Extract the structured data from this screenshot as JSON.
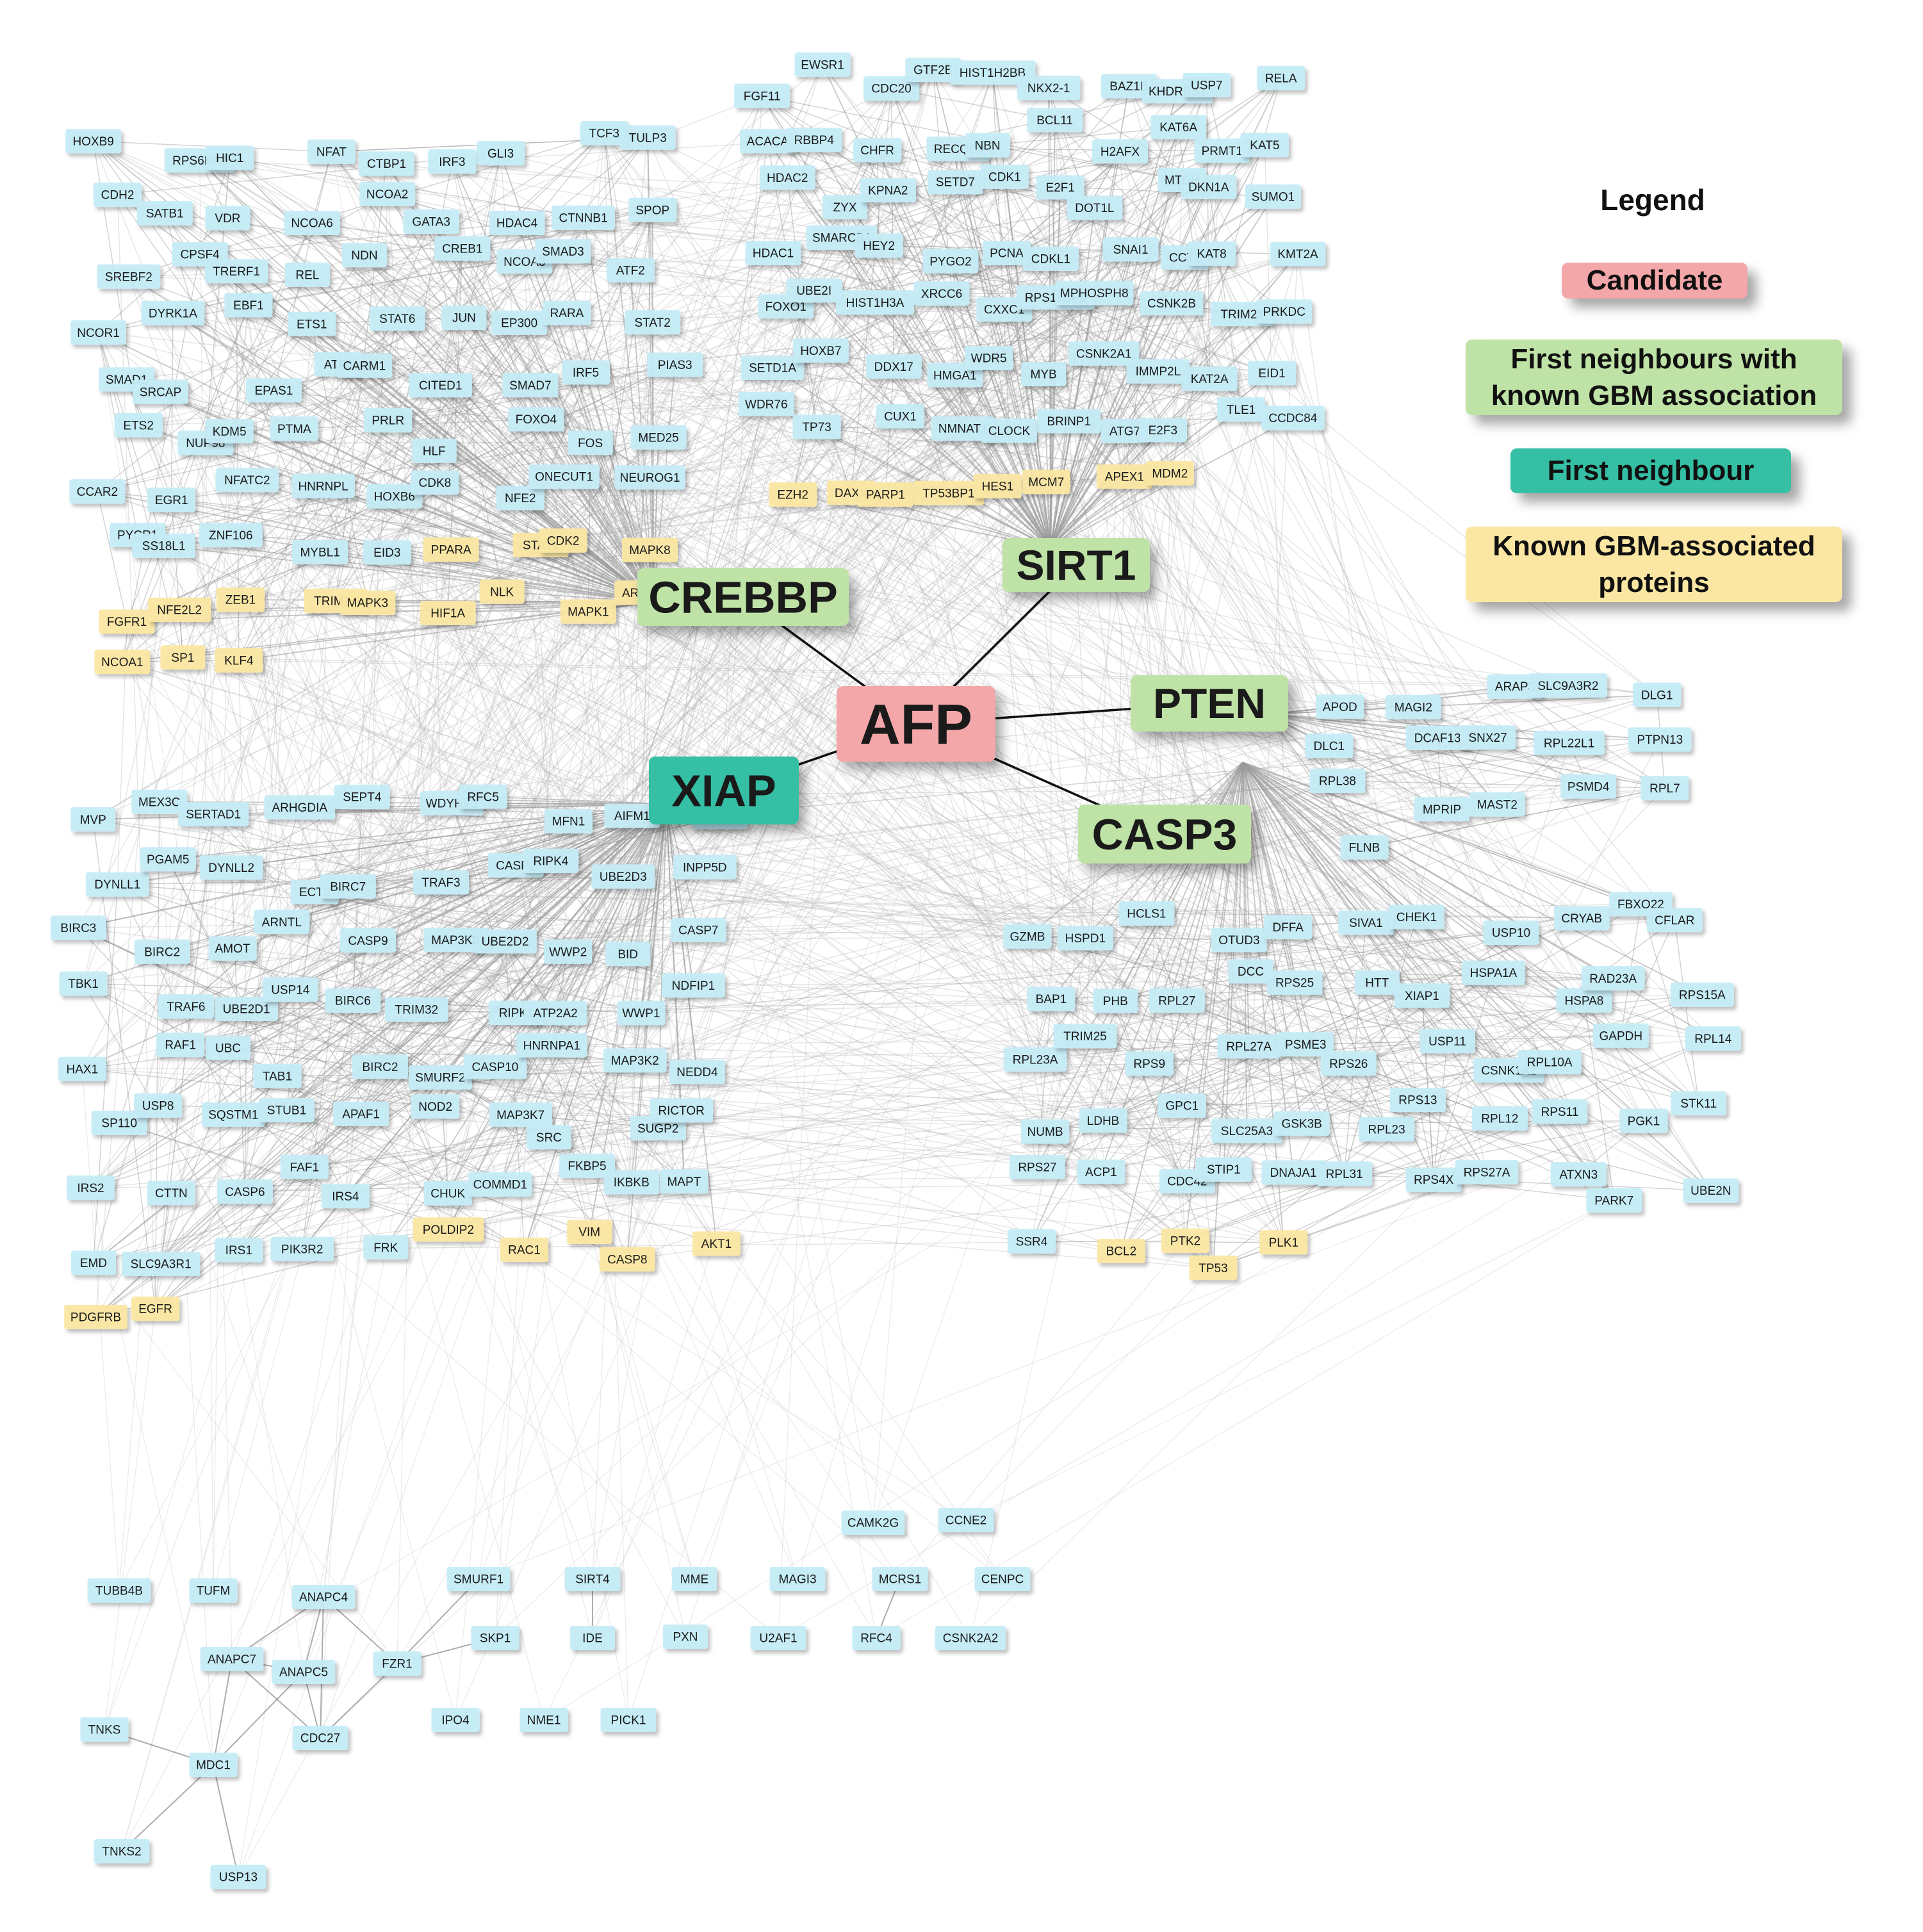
{
  "legend": {
    "title": "Legend",
    "candidate": "Candidate",
    "first_gbm": "First neighbours with known GBM association",
    "first": "First neighbour",
    "known": "Known GBM-associated proteins"
  },
  "colors": {
    "candidate": "#f4a7a9",
    "first_gbm": "#bfe3a6",
    "first": "#35bfa4",
    "known": "#fbe7a3",
    "protein": "#c5ecf7",
    "edge": "#9a9a9a",
    "hub_edge": "#111111"
  },
  "hubs": [
    {
      "id": "AFP",
      "type": "candidate"
    },
    {
      "id": "CREBBP",
      "type": "first_gbm"
    },
    {
      "id": "SIRT1",
      "type": "first_gbm"
    },
    {
      "id": "PTEN",
      "type": "first_gbm"
    },
    {
      "id": "CASP3",
      "type": "first_gbm"
    },
    {
      "id": "XIAP",
      "type": "first"
    }
  ],
  "hub_edges": [
    [
      "AFP",
      "CREBBP"
    ],
    [
      "AFP",
      "SIRT1"
    ],
    [
      "AFP",
      "PTEN"
    ],
    [
      "AFP",
      "CASP3"
    ],
    [
      "AFP",
      "XIAP"
    ]
  ],
  "clusters": {
    "CREBBP": {
      "known": [
        "PPARA",
        "STAT1",
        "CDK2",
        "MAPK8",
        "FGFR1",
        "NFE2L2",
        "ZEB1",
        "TRIM24",
        "MAPK3",
        "HIF1A",
        "NLK",
        "MAPK1",
        "ARNT",
        "NCOA1",
        "SP1",
        "KLF4"
      ],
      "proteins": [
        "HOXB9",
        "RPS6KA1",
        "HIC1",
        "NFAT",
        "CTBP1",
        "IRF3",
        "GLI3",
        "TCF3",
        "TULP3",
        "CDH2",
        "SATB1",
        "VDR",
        "NCOA6",
        "NCOA2",
        "GATA3",
        "HDAC4",
        "CTNNB1",
        "SPOP",
        "SREBF2",
        "CPSF4",
        "TRERF1",
        "REL",
        "NDN",
        "CREB1",
        "NCOA3",
        "SMAD3",
        "ATF2",
        "NCOR1",
        "DYRK1A",
        "EBF1",
        "ETS1",
        "STAT6",
        "JUN",
        "EP300",
        "RARA",
        "STAT2",
        "SMAD1",
        "SRCAP",
        "EPAS1",
        "ATF3",
        "CARM1",
        "CITED1",
        "SMAD7",
        "IRF5",
        "PIAS3",
        "ETS2",
        "NUP98",
        "KDM5",
        "PTMA",
        "PRLR",
        "HLF",
        "FOXO4",
        "FOS",
        "MED25",
        "CCAR2",
        "EGR1",
        "NFATC2",
        "HNRNPL",
        "HOXB6",
        "CDK8",
        "NFE2",
        "ONECUT1",
        "NEUROG1",
        "PYCR1",
        "SS18L1",
        "ZNF106",
        "MYBL1",
        "EID3"
      ]
    },
    "SIRT1": {
      "known": [
        "EZH2",
        "DAXX",
        "PARP1",
        "TP53BP1",
        "HES1",
        "MCM7",
        "APEX1",
        "MDM2"
      ],
      "proteins": [
        "FGF11",
        "EWSR1",
        "CDC20",
        "GTF2B",
        "HIST1H2BB",
        "NKX2-1",
        "BAZ1B",
        "KHDRBS1",
        "USP7",
        "RELA",
        "ACACA",
        "RBBP4",
        "CHFR",
        "RECQL4",
        "NBN",
        "BCL11",
        "H2AFX",
        "KAT6A",
        "PRMT1",
        "KAT5",
        "HDAC2",
        "ZYX",
        "KPNA2",
        "SETD7",
        "CDK1",
        "E2F1",
        "DOT1L",
        "MTDH",
        "DKN1A",
        "SUMO1",
        "HDAC1",
        "SMARCB1",
        "HEY2",
        "PYGO2",
        "PCNA",
        "CDKL1",
        "SNAI1",
        "CCT2",
        "KAT8",
        "KMT2A",
        "FOXO1",
        "UBE2I",
        "HIST1H3A",
        "XRCC6",
        "CXXC1",
        "RPS19BP1",
        "MPHOSPH8",
        "CSNK2B",
        "TRIM28",
        "PRKDC",
        "SETD1A",
        "HOXB7",
        "DDX17",
        "HMGA1",
        "WDR5",
        "MYB",
        "CSNK2A1",
        "IMMP2L",
        "KAT2A",
        "EID1",
        "WDR76",
        "TP73",
        "CUX1",
        "NMNAT1",
        "CLOCK",
        "BRINP1",
        "ATG7",
        "E2F3",
        "TLE1",
        "CCDC84"
      ]
    },
    "PTEN": {
      "known": [],
      "proteins": [
        "APOD",
        "MAGI2",
        "ARAP3",
        "SLC9A3R2",
        "DLG1",
        "DLC1",
        "DCAF13",
        "SNX27",
        "RPL22L1",
        "PTPN13",
        "RPL38",
        "MPRIP",
        "MAST2",
        "PSMD4",
        "RPL7",
        "FLNB"
      ]
    },
    "CASP3": {
      "known": [
        "BCL2",
        "PTK2",
        "TP53",
        "PLK1"
      ],
      "proteins": [
        "GZMB",
        "HSPD1",
        "HCLS1",
        "OTUD3",
        "DFFA",
        "SIVA1",
        "CHEK1",
        "USP10",
        "CRYAB",
        "FBXO22",
        "CFLAR",
        "BAP1",
        "PHB",
        "RPL27",
        "DCC",
        "RPS25",
        "HTT",
        "XIAP1",
        "HSPA1A",
        "HSPA8",
        "RAD23A",
        "RPS15A",
        "RPL23A",
        "TRIM25",
        "RPS9",
        "RPL27A",
        "PSME3",
        "RPS26",
        "USP11",
        "CSNK1A1",
        "RPL10A",
        "GAPDH",
        "RPL14",
        "NUMB",
        "LDHB",
        "GPC1",
        "SLC25A3",
        "GSK3B",
        "RPL23",
        "RPS13",
        "RPL12",
        "RPS11",
        "PGK1",
        "STK11",
        "RPS27",
        "ACP1",
        "CDC42",
        "STIP1",
        "DNAJA1",
        "RPL31",
        "RPS4X",
        "RPS27A",
        "ATXN3",
        "PARK7",
        "UBE2N",
        "SSR4"
      ]
    },
    "XIAP": {
      "known": [
        "POLDIP2",
        "RAC1",
        "VIM",
        "CASP8",
        "AKT1",
        "PDGFRB",
        "EGFR"
      ],
      "proteins": [
        "MVP",
        "MEX3C",
        "SERTAD1",
        "ARHGDIA",
        "SEPT4",
        "WDYHV1",
        "RFC5",
        "MFN1",
        "AIFM1",
        "HTRA2",
        "DYNLL1",
        "PGAM5",
        "DYNLL2",
        "ECT2",
        "BIRC7",
        "TRAF3",
        "CASP2",
        "RIPK4",
        "UBE2D3",
        "INPP5D",
        "BIRC3",
        "BIRC2",
        "AMOT",
        "ARNTL",
        "CASP9",
        "MAP3K3",
        "UBE2D2",
        "WWP2",
        "BID",
        "CASP7",
        "TBK1",
        "TRAF6",
        "UBE2D1",
        "USP14",
        "BIRC6",
        "TRIM32",
        "RIPK1",
        "ATP2A2",
        "WWP1",
        "NDFIP1",
        "HAX1",
        "RAF1",
        "UBC",
        "TAB1",
        "BIRC2",
        "SMURF2",
        "CASP10",
        "HNRNPA1",
        "MAP3K2",
        "NEDD4",
        "SP110",
        "USP8",
        "SQSTM1",
        "STUB1",
        "APAF1",
        "NOD2",
        "MAP3K7",
        "SRC",
        "SUGP2",
        "RICTOR",
        "IRS2",
        "CTTN",
        "CASP6",
        "FAF1",
        "IRS4",
        "CHUK",
        "COMMD1",
        "FKBP5",
        "IKBKB",
        "MAPT",
        "EMD",
        "SLC9A3R1",
        "IRS1",
        "PIK3R2",
        "FRK"
      ]
    },
    "isolated": [
      "CAMK2G",
      "CCNE2",
      "TUBB4B",
      "TUFM",
      "ANAPC4",
      "SMURF1",
      "SIRT4",
      "MME",
      "MAGI3",
      "MCRS1",
      "CENPC",
      "SKP1",
      "IDE",
      "PXN",
      "U2AF1",
      "RFC4",
      "CSNK2A2",
      "ANAPC7",
      "FZR1",
      "ANAPC5",
      "IPO4",
      "NME1",
      "PICK1",
      "TNKS",
      "CDC27",
      "MDC1",
      "TNKS2",
      "USP13"
    ]
  }
}
